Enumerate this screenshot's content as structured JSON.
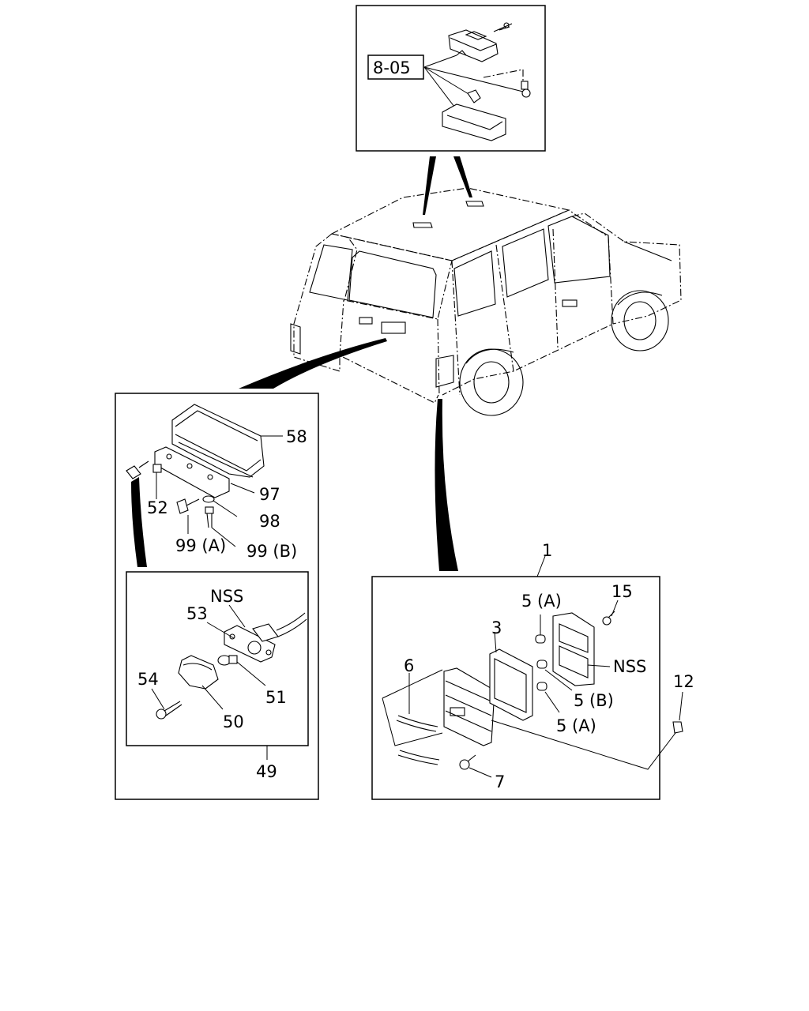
{
  "callouts": {
    "ref_box": "8-05",
    "p1": "1",
    "p3": "3",
    "p5a_top": "5 (A)",
    "p5b": "5 (B)",
    "p5a_bottom": "5 (A)",
    "p6": "6",
    "p7": "7",
    "p12": "12",
    "p15": "15",
    "nss_tail": "NSS",
    "p58": "58",
    "p97": "97",
    "p52": "52",
    "p98": "98",
    "p99a": "99 (A)",
    "p99b": "99 (B)",
    "nss_license": "NSS",
    "p53": "53",
    "p51": "51",
    "p54": "54",
    "p50": "50",
    "p49": "49"
  }
}
